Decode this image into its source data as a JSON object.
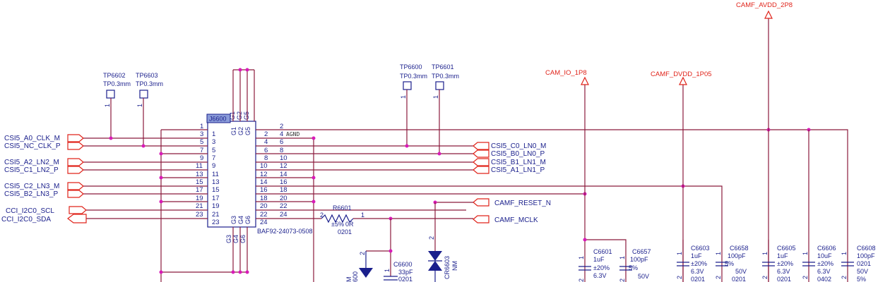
{
  "connector": {
    "ref": "J6600",
    "part": "BAF92-24073-0508",
    "agnd": "AGND",
    "gnd_top": [
      "G1",
      "G2",
      "G5"
    ],
    "gnd_bottom": [
      "G3",
      "G4",
      "G6"
    ],
    "left_pins": [
      "1",
      "3",
      "5",
      "7",
      "9",
      "11",
      "13",
      "15",
      "17",
      "19",
      "21",
      "23"
    ],
    "right_pins": [
      "2",
      "4",
      "6",
      "8",
      "10",
      "12",
      "14",
      "16",
      "18",
      "20",
      "22",
      "24"
    ]
  },
  "left_nets": [
    "CSI5_A0_CLK_M",
    "CSI5_NC_CLK_P",
    "CSI5_A2_LN2_M",
    "CSI5_C1_LN2_P",
    "CSI5_C2_LN3_M",
    "CSI5_B2_LN3_P",
    "CCI_I2C0_SCL",
    "CCI_I2C0_SDA"
  ],
  "right_nets": [
    "CSI5_C0_LN0_M",
    "CSI5_B0_LN0_P",
    "CSI5_B1_LN1_M",
    "CSI5_A1_LN1_P",
    "CAMF_RESET_N",
    "CAMF_MCLK"
  ],
  "testpoints": [
    {
      "ref": "TP6602",
      "spec": "TP0.3mm"
    },
    {
      "ref": "TP6603",
      "spec": "TP0.3mm"
    },
    {
      "ref": "TP6600",
      "spec": "TP0.3mm"
    },
    {
      "ref": "TP6601",
      "spec": "TP0.3mm"
    }
  ],
  "power": [
    "CAM_IO_1P8",
    "CAMF_DVDD_1P05",
    "CAMF_AVDD_2P8"
  ],
  "resistor": {
    "ref": "R6601",
    "tol": "±5%",
    "val": "0R",
    "pkg": "0201"
  },
  "cap_c6600": {
    "ref": "C6600",
    "val": "33pF",
    "pkg": "0201"
  },
  "diode": {
    "ref": "CR6603",
    "dnp": "NM"
  },
  "diode_left": {
    "ref": "600",
    "dnp": "M"
  },
  "caps": [
    {
      "ref": "C6601",
      "v1": "1uF",
      "v2": "±20%",
      "v3": "6.3V"
    },
    {
      "ref": "C6657",
      "v1": "100pF",
      "v2": "5%",
      "v3": "50V"
    },
    {
      "ref": "C6603",
      "v1": "1uF",
      "v2": "±20%",
      "v3": "6.3V",
      "v4": "0201"
    },
    {
      "ref": "C6658",
      "v1": "100pF",
      "v2": "5%",
      "v3": "50V",
      "v4": "0201"
    },
    {
      "ref": "C6605",
      "v1": "1uF",
      "v2": "±20%",
      "v3": "6.3V",
      "v4": "0201"
    },
    {
      "ref": "C6606",
      "v1": "10uF",
      "v2": "±20%",
      "v3": "6.3V",
      "v4": "0402"
    },
    {
      "ref": "C6608",
      "v1": "100pF",
      "v2": "0201",
      "v3": "50V",
      "v4": "5%"
    }
  ],
  "pin_numbers": {
    "one": "1",
    "two": "2"
  }
}
